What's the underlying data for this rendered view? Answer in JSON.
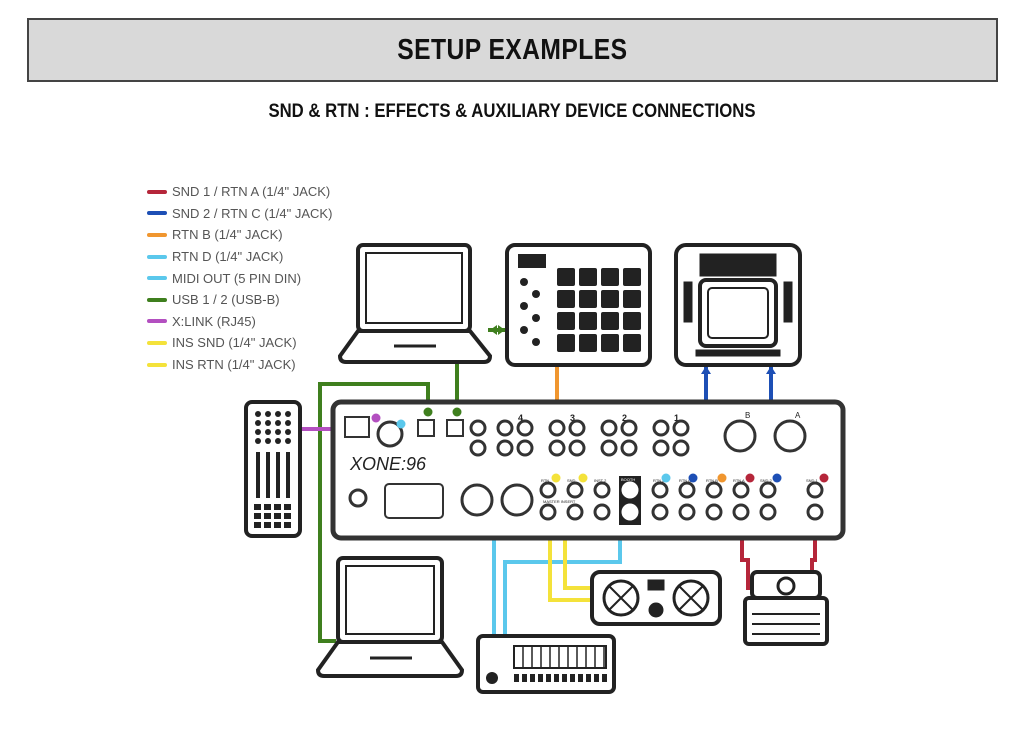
{
  "header": {
    "title": "SETUP EXAMPLES"
  },
  "subtitle": "SND & RTN : EFFECTS & AUXILIARY DEVICE CONNECTIONS",
  "legend": [
    {
      "label": "SND 1 / RTN A (1/4\" JACK)",
      "color": "#b5263a"
    },
    {
      "label": "SND 2 / RTN C (1/4\" JACK)",
      "color": "#1d4fb5"
    },
    {
      "label": "RTN B (1/4\" JACK)",
      "color": "#f0962f"
    },
    {
      "label": "RTN D (1/4\" JACK)",
      "color": "#5bc8ec"
    },
    {
      "label": "MIDI OUT (5 PIN DIN)",
      "color": "#5bc8ec"
    },
    {
      "label": "USB 1 / 2 (USB-B)",
      "color": "#3f7f1e"
    },
    {
      "label": "X:LINK (RJ45)",
      "color": "#b34fc0"
    },
    {
      "label": "INS SND (1/4\" JACK)",
      "color": "#f4e23a"
    },
    {
      "label": "INS RTN (1/4\" JACK)",
      "color": "#f4e23a"
    }
  ],
  "mixer": {
    "logo": "XONE:96",
    "channels": [
      "4",
      "3",
      "2",
      "1"
    ],
    "mic_b": "B",
    "mic_a": "A",
    "jack_labels": [
      "RTN",
      "SND",
      "INST 2",
      "BOOTH",
      "RTN D",
      "RTN C",
      "RTN B",
      "RTN A",
      "SND 2",
      "SND 1"
    ],
    "master_insert": "MASTER INSERT"
  }
}
